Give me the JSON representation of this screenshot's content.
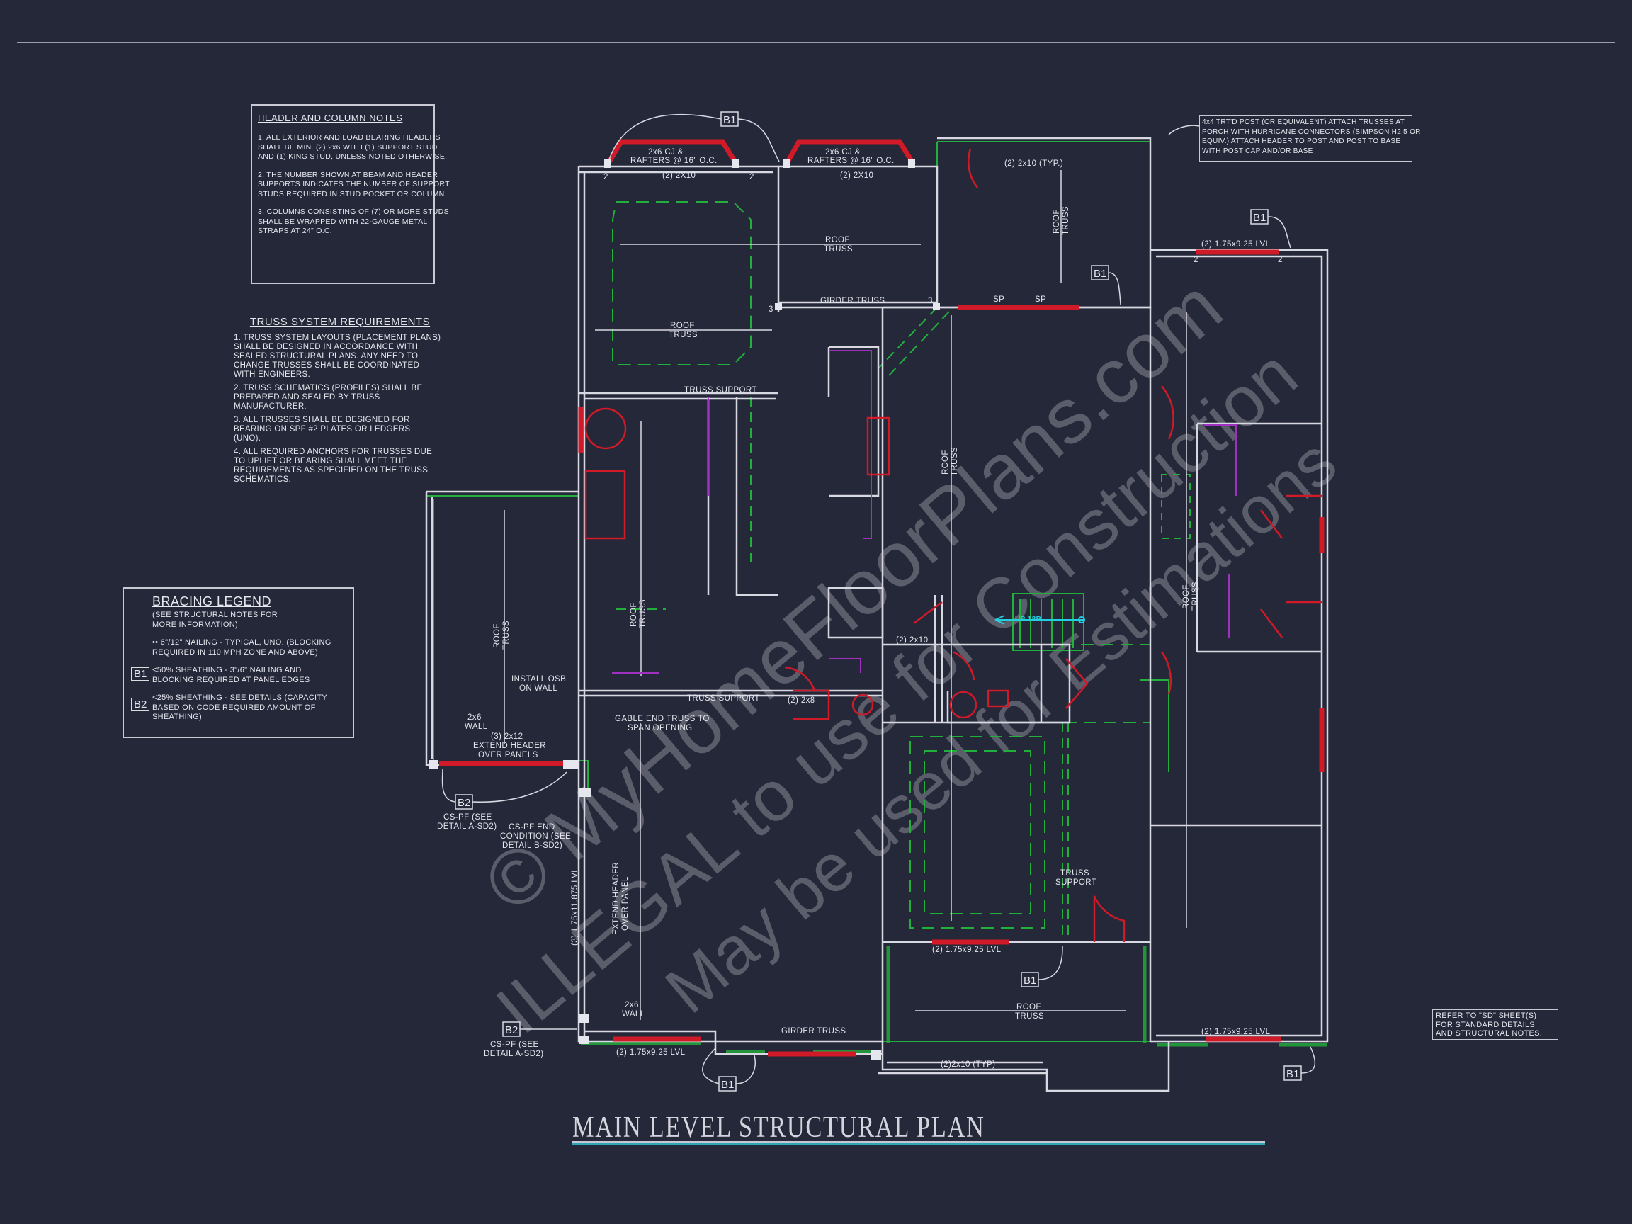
{
  "header_notes": {
    "title": "HEADER AND COLUMN NOTES",
    "items": [
      [
        "1. ALL EXTERIOR AND LOAD BEARING HEADERS",
        "SHALL BE MIN. (2) 2x6 WITH (1) SUPPORT STUD",
        "AND (1) KING STUD, UNLESS NOTED OTHERWISE."
      ],
      [
        "2. THE NUMBER SHOWN AT BEAM AND HEADER",
        "SUPPORTS INDICATES THE NUMBER OF SUPPORT",
        "STUDS REQUIRED IN STUD POCKET OR COLUMN."
      ],
      [
        "3. COLUMNS CONSISTING OF (7) OR MORE STUDS",
        "SHALL BE WRAPPED WITH 22-GAUGE METAL",
        "STRAPS AT 24\" O.C."
      ]
    ]
  },
  "truss_requirements": {
    "title": "TRUSS SYSTEM REQUIREMENTS",
    "items": [
      [
        "1. TRUSS SYSTEM LAYOUTS (PLACEMENT PLANS)",
        "SHALL BE DESIGNED IN ACCORDANCE WITH",
        "SEALED STRUCTURAL PLANS. ANY NEED TO",
        "CHANGE TRUSSES SHALL BE COORDINATED",
        "WITH  ENGINEERS."
      ],
      [
        "2. TRUSS SCHEMATICS (PROFILES) SHALL BE",
        "PREPARED AND SEALED BY TRUSS",
        "MANUFACTURER."
      ],
      [
        "3. ALL TRUSSES SHALL BE DESIGNED FOR",
        "BEARING ON SPF #2 PLATES OR LEDGERS",
        "(UNO)."
      ],
      [
        "4. ALL REQUIRED ANCHORS FOR TRUSSES DUE",
        "TO UPLIFT OR BEARING SHALL MEET THE",
        "REQUIREMENTS AS SPECIFIED ON THE TRUSS",
        "SCHEMATICS."
      ]
    ]
  },
  "bracing_legend": {
    "title": "BRACING LEGEND",
    "subtitle": [
      "(SEE STRUCTURAL NOTES FOR",
      "MORE INFORMATION)"
    ],
    "typical": [
      "•• 6\"/12\" NAILING - TYPICAL, UNO. (BLOCKING",
      "REQUIRED IN 110 MPH ZONE AND ABOVE)"
    ],
    "b1": {
      "tag": "B1",
      "lines": [
        "<50% SHEATHING - 3\"/6\" NAILING AND",
        "BLOCKING REQUIRED AT PANEL EDGES"
      ]
    },
    "b2": {
      "tag": "B2",
      "lines": [
        "<25% SHEATHING - SEE DETAILS (CAPACITY",
        "BASED ON CODE REQUIRED AMOUNT OF",
        "SHEATHING)"
      ]
    }
  },
  "porch_note": [
    "4x4 TRT'D POST (OR EQUIVALENT) ATTACH TRUSSES AT",
    "PORCH WITH HURRICANE CONNECTORS (SIMPSON H2.5 OR",
    "EQUIV.) ATTACH HEADER TO POST AND POST TO BASE",
    "WITH POST CAP AND/OR BASE"
  ],
  "refer_note": [
    "REFER TO \"SD\" SHEET(S)",
    "FOR STANDARD DETAILS",
    "AND STRUCTURAL NOTES."
  ],
  "title": "MAIN LEVEL STRUCTURAL PLAN",
  "watermark": [
    "© MyHomeFloorPlans.com",
    "ILLEGAL to use for Construction",
    "May be used for Estimations"
  ],
  "plan_labels": {
    "cj_rafters": [
      "2x6 CJ &",
      "RAFTERS @ 16\" O.C."
    ],
    "header_2x10": "(2) 2X10",
    "typ_2x10": "(2) 2x10 (TYP.)",
    "roof_truss": [
      "ROOF",
      "TRUSS"
    ],
    "girder_truss": "GIRDER TRUSS",
    "sp": "SP",
    "lvl_175": "(2) 1.75x9.25 LVL",
    "truss_support": "TRUSS SUPPORT",
    "truss_support_2": [
      "TRUSS",
      "SUPPORT"
    ],
    "header_2x8": "(2) 2x8",
    "header_2x10b": "(2) 2x10",
    "stairs": "UP 18R",
    "install_osb": [
      "INSTALL OSB",
      "ON WALL"
    ],
    "wall_2x6": [
      "2x6",
      "WALL"
    ],
    "header_2x12": [
      "(3) 2x12",
      "EXTEND HEADER",
      "OVER PANELS"
    ],
    "gable_end": [
      "GABLE END TRUSS TO",
      "SPAN OPENING"
    ],
    "cs_pf_a": [
      "CS-PF (SEE",
      "DETAIL A-SD2)"
    ],
    "cs_pf_b": [
      "CS-PF END",
      "CONDITION (SEE",
      "DETAIL B-SD2)"
    ],
    "lvl_11875": "(3) 1.75x11.875 LVL",
    "extend_header": [
      "EXTEND HEADER",
      "OVER PANEL"
    ],
    "porch_header": "(2)2x10 (TYP)",
    "tag_b1": "B1",
    "tag_b2": "B2",
    "post_2": "2",
    "post_3": "3"
  },
  "colors": {
    "background": "#252839",
    "wall": "#d8d8e2",
    "beam": "#d01a28",
    "truss": "#22b03c",
    "fixture": "#a030c0",
    "stairs": "#22d0e0"
  }
}
